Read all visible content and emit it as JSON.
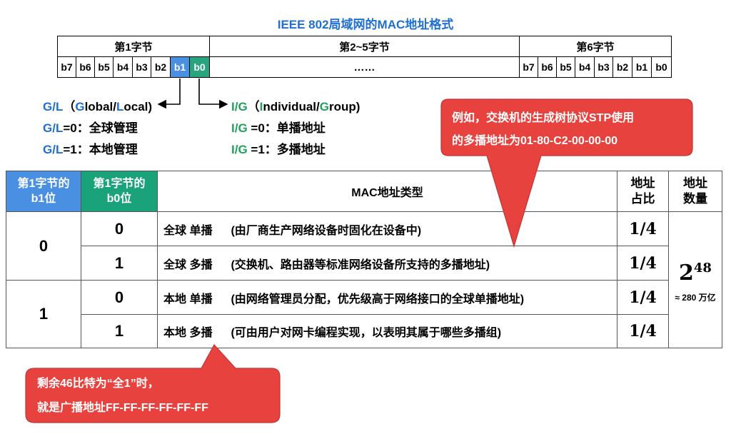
{
  "title": "IEEE 802局域网的MAC地址格式",
  "byte_diagram": {
    "byte1_label": "第1字节",
    "byte2to5_label": "第2~5字节",
    "byte6_label": "第6字节",
    "byte1_bits": [
      "b7",
      "b6",
      "b5",
      "b4",
      "b3",
      "b2",
      "b1",
      "b0"
    ],
    "middle_ellipsis": "……",
    "byte6_bits": [
      "b7",
      "b6",
      "b5",
      "b4",
      "b3",
      "b2",
      "b1",
      "b0"
    ]
  },
  "gl_notes": {
    "line1_prefix": "G/L",
    "line1_open": "（",
    "line1_g": "G",
    "line1_lobal": "lobal/",
    "line1_l": "L",
    "line1_ocal": "ocal)",
    "line2_key": "G/L",
    "line2_rest": "=0：全球管理",
    "line3_key": "G/L",
    "line3_rest": "=1：本地管理"
  },
  "ig_notes": {
    "line1_prefix": "I/G",
    "line1_open": "（",
    "line1_i": "I",
    "line1_ndividual": "ndividual/",
    "line1_g": "G",
    "line1_roup": "roup)",
    "line2_key": "I/G",
    "line2_rest": " =0：单播地址",
    "line3_key": "I/G",
    "line3_rest": " =1：多播地址"
  },
  "callout_top": {
    "line1": "例如，交换机的生成树协议STP使用",
    "line2": "的多播地址为01-80-C2-00-00-00"
  },
  "callout_bottom": {
    "line1": "剩余46比特为“全1”时，",
    "line2": "就是广播地址FF-FF-FF-FF-FF-FF"
  },
  "table": {
    "headers": {
      "b1": [
        "第1字节的",
        "b1位"
      ],
      "b0": [
        "第1字节的",
        "b0位"
      ],
      "type": "MAC地址类型",
      "ratio": [
        "地址",
        "占比"
      ],
      "count": [
        "地址",
        "数量"
      ]
    },
    "group_b1": [
      "0",
      "1"
    ],
    "rows": [
      {
        "b0": "0",
        "type": "全球 单播",
        "desc": "(由厂商生产网络设备时固化在设备中)",
        "ratio": "1/4"
      },
      {
        "b0": "1",
        "type": "全球 多播",
        "desc": "(交换机、路由器等标准网络设备所支持的多播地址)",
        "ratio": "1/4"
      },
      {
        "b0": "0",
        "type": "本地 单播",
        "desc": "(由网络管理员分配，优先级高于网络接口的全球单播地址)",
        "ratio": "1/4"
      },
      {
        "b0": "1",
        "type": "本地 多播",
        "desc": "(可由用户对网卡编程实现，以表明其属于哪些多播组)",
        "ratio": "1/4"
      }
    ],
    "count_base": "2",
    "count_exp": "48",
    "count_approx": "≈ 280 万亿"
  },
  "colors": {
    "blue": "#4a90e2",
    "green": "#1aa37a",
    "callout": "#e8423f"
  }
}
